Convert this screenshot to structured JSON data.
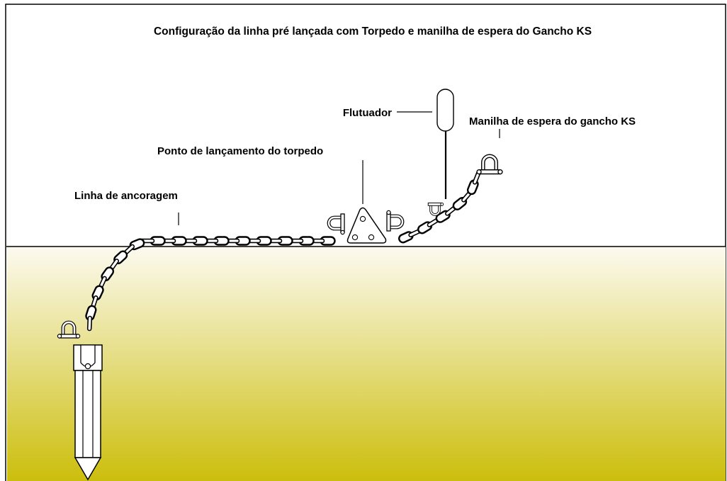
{
  "title": "Configuração da linha pré lançada com Torpedo e manilha de espera do Gancho KS",
  "labels": {
    "float": "Flutuador",
    "ks_shackle": "Manilha de espera do gancho KS",
    "launch_point": "Ponto de lançamento do torpedo",
    "mooring_line": "Linha de ancoragem"
  },
  "colors": {
    "seabed_top": "#FCFAF0",
    "seabed_bottom": "#CCBE0C",
    "outline": "#000000"
  }
}
